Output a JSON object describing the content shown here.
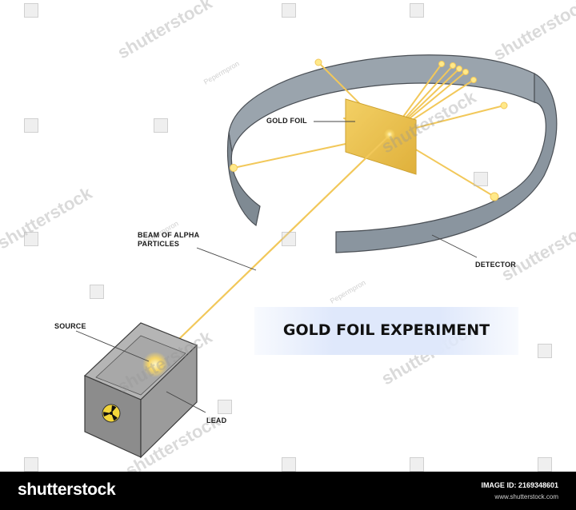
{
  "diagram": {
    "title": "GOLD FOIL EXPERIMENT",
    "labels": {
      "gold_foil": "GOLD FOIL",
      "beam": "BEAM OF ALPHA\nPARTICLES",
      "detector": "DETECTOR",
      "source": "SOURCE",
      "lead": "LEAD"
    },
    "colors": {
      "detector_ring": "#8a959f",
      "detector_ring_inner": "#a3adb6",
      "gold": "#e8b93a",
      "beam": "#f2c85a",
      "lead_box": "#8c8c8c",
      "title_band": "#dfe8fb"
    },
    "icons": [
      "radiation-icon"
    ]
  },
  "watermark": {
    "brand": "shutterstock",
    "author": "Pepermpron"
  },
  "footer": {
    "brand": "shutterstock",
    "image_id": "IMAGE ID: 2169348601",
    "site": "www.shutterstock.com"
  }
}
